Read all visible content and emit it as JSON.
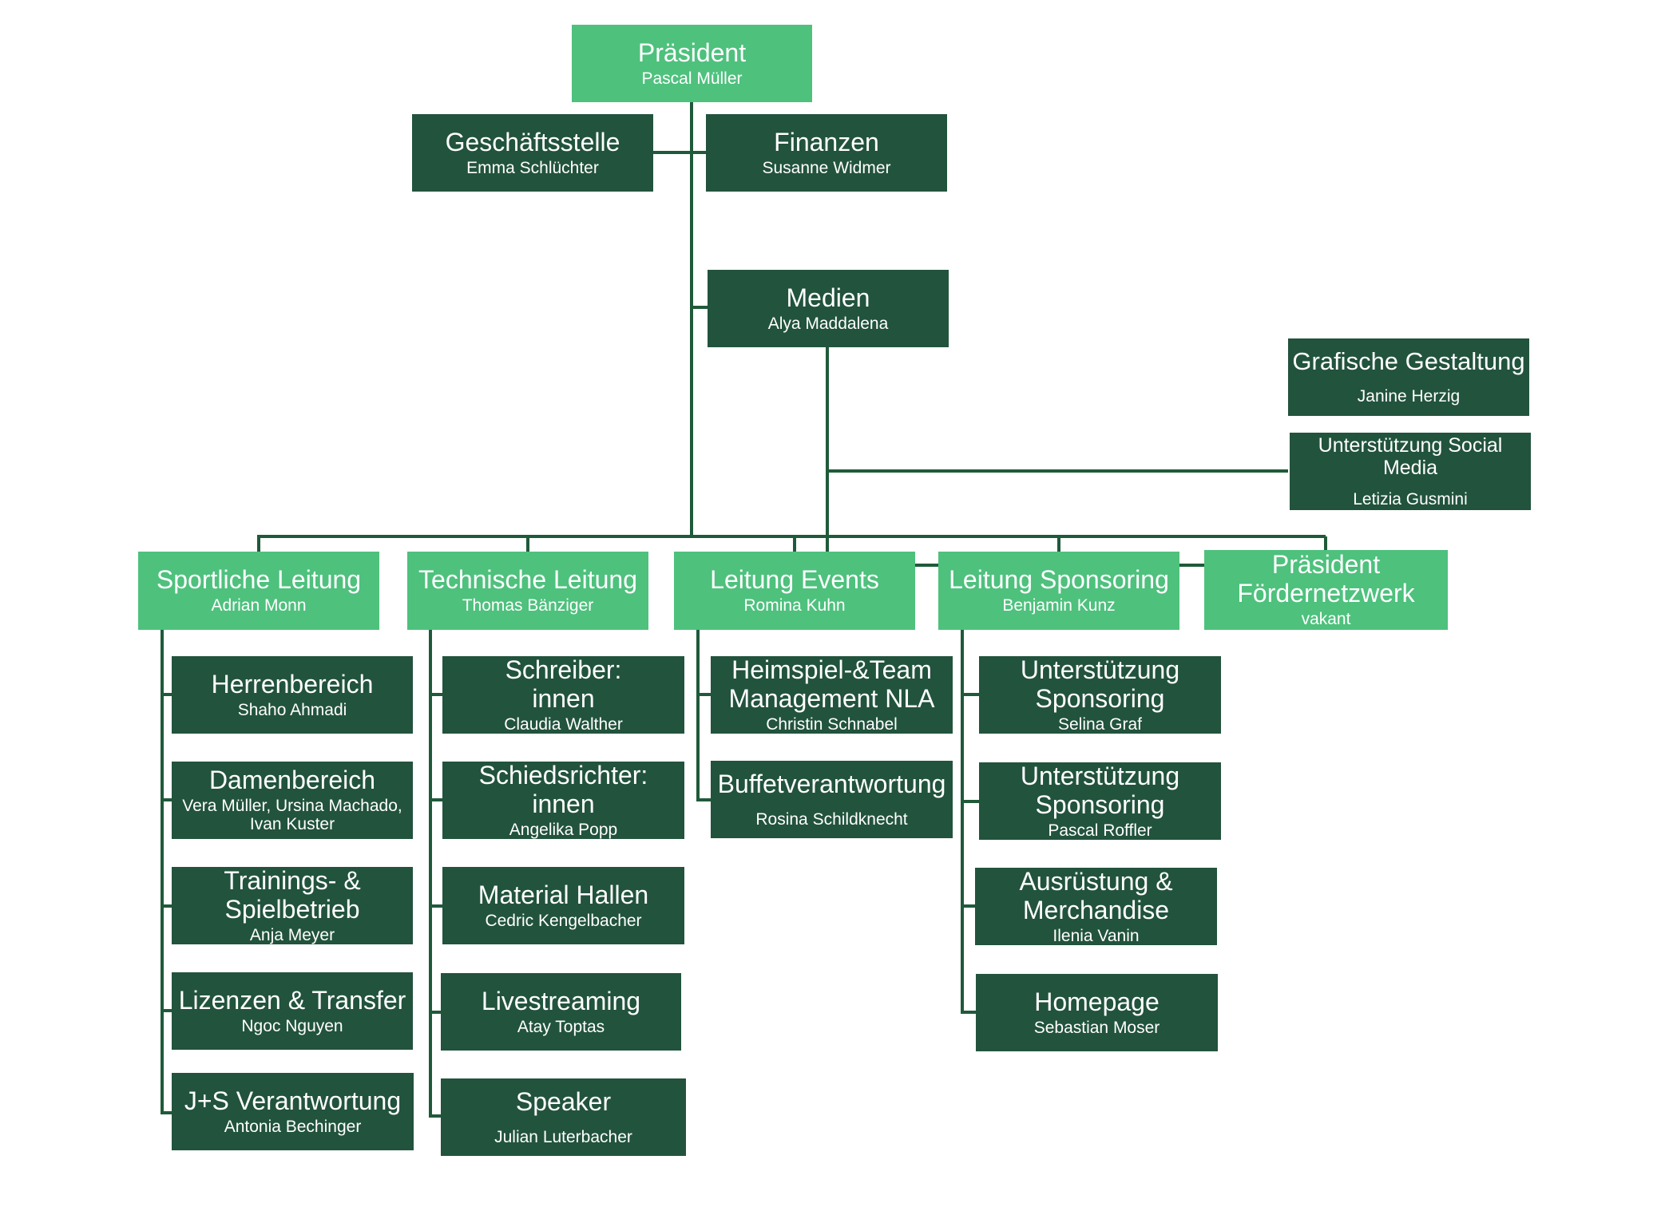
{
  "top": {
    "praesident": {
      "title": "Präsident",
      "name": "Pascal Müller"
    },
    "geschaeftsstelle": {
      "title": "Geschäftsstelle",
      "name": "Emma Schlüchter"
    },
    "finanzen": {
      "title": "Finanzen",
      "name": "Susanne Widmer"
    },
    "medien": {
      "title": "Medien",
      "name": "Alya Maddalena"
    },
    "grafik": {
      "title": "Grafische Gestaltung",
      "name": "Janine Herzig"
    },
    "social": {
      "title": "Unterstützung Social Media",
      "name": "Letizia Gusmini"
    }
  },
  "heads": [
    {
      "title": "Sportliche Leitung",
      "name": "Adrian Monn"
    },
    {
      "title": "Technische Leitung",
      "name": "Thomas Bänziger"
    },
    {
      "title": "Leitung Events",
      "name": "Romina Kuhn"
    },
    {
      "title": "Leitung Sponsoring",
      "name": "Benjamin Kunz"
    },
    {
      "title": "Präsident Fördernetzwerk",
      "name": "vakant"
    }
  ],
  "sport": [
    {
      "title": "Herrenbereich",
      "name": "Shaho Ahmadi"
    },
    {
      "title": "Damenbereich",
      "name": "Vera Müller, Ursina Machado, Ivan Kuster"
    },
    {
      "title": "Trainings- & Spielbetrieb",
      "name": "Anja Meyer"
    },
    {
      "title": "Lizenzen & Transfer",
      "name": "Ngoc Nguyen"
    },
    {
      "title": "J+S Verantwortung",
      "name": "Antonia Bechinger"
    }
  ],
  "technik": [
    {
      "title": "Schreiber: innen",
      "name": "Claudia Walther"
    },
    {
      "title": "Schiedsrichter: innen",
      "name": "Angelika Popp"
    },
    {
      "title": "Material Hallen",
      "name": "Cedric Kengelbacher"
    },
    {
      "title": "Livestreaming",
      "name": "Atay Toptas"
    },
    {
      "title": "Speaker",
      "name": "Julian Luterbacher"
    }
  ],
  "events": [
    {
      "title": "Heimspiel-&Team Management NLA",
      "name": "Christin Schnabel"
    },
    {
      "title": "Buffetverantwortung",
      "name": "Rosina Schildknecht"
    }
  ],
  "sponsoring": [
    {
      "title": "Unterstützung Sponsoring",
      "name": "Selina Graf"
    },
    {
      "title": "Unterstützung Sponsoring",
      "name": "Pascal Roffler"
    },
    {
      "title": "Ausrüstung & Merchandise",
      "name": "Ilenia Vanin"
    },
    {
      "title": "Homepage",
      "name": "Sebastian Moser"
    }
  ],
  "colors": {
    "light": "#4ec17d",
    "dark": "#22533d",
    "line": "#1f5a3a"
  }
}
